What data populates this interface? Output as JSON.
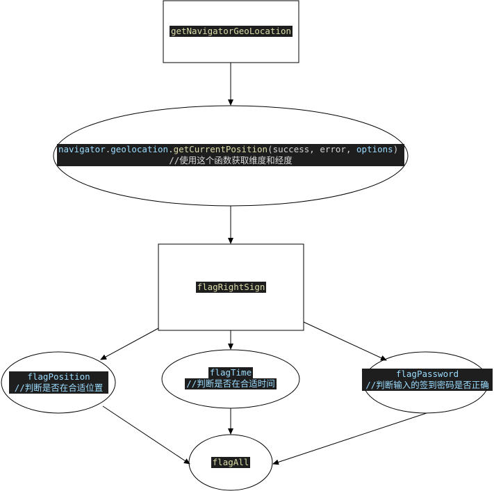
{
  "colors": {
    "stroke": "#000000",
    "code_bg": "#1e1e1e",
    "function": "#dcdcaa",
    "variable": "#9cdcfe",
    "plain": "#d4d4d4",
    "comment": "#dcdcdc"
  },
  "nodes": {
    "geo": {
      "label": "getNavigatorGeoLocation"
    },
    "current_position": {
      "obj": "navigator",
      "dot1": ".",
      "prop": "geolocation",
      "dot2": ".",
      "method": "getCurrentPosition",
      "paren_open": "(",
      "args": "success, error, ",
      "options": "options",
      "paren_close": ")",
      "comment": "//使用这个函数获取维度和经度"
    },
    "right_sign": {
      "label": "flagRightSign"
    },
    "position": {
      "label": "flagPosition",
      "comment": "//判断是否在合适位置"
    },
    "time": {
      "label": "flagTime",
      "comment": "//判断是否在合适时间"
    },
    "password": {
      "label": "flagPassword",
      "comment": "//判断输入的签到密码是否正确"
    },
    "all": {
      "label": "flagAll"
    }
  }
}
